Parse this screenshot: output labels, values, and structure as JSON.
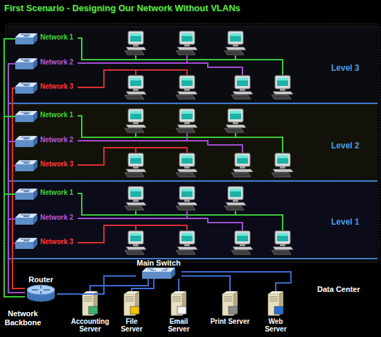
{
  "diagram": {
    "title": "First Scenario - Designing Our Network Without VLANs",
    "nodes": [
      {
        "text": [
          "Level 3"
        ]
      },
      {
        "text": [
          "Network 1"
        ],
        "in": 0
      },
      {
        "text": [
          "Network 2"
        ],
        "in": 0
      },
      {
        "text": [
          "Network 3"
        ],
        "in": 0
      },
      {
        "text": [
          "Level 2"
        ]
      },
      {
        "text": [
          "Network 1"
        ],
        "in": 4
      },
      {
        "text": [
          "Network 2"
        ],
        "in": 4
      },
      {
        "text": [
          "Network 3"
        ],
        "in": 4
      },
      {
        "text": [
          "Level 1"
        ]
      },
      {
        "text": [
          "Network 1"
        ],
        "in": 8
      },
      {
        "text": [
          "Network 2"
        ],
        "in": 8
      },
      {
        "text": [
          "Network 3"
        ],
        "in": 8
      },
      {
        "text": [
          "Router"
        ]
      },
      {
        "text": [
          "Main Switch"
        ]
      },
      {
        "text": [
          "Accounting Server"
        ]
      },
      {
        "text": [
          "File Server"
        ]
      },
      {
        "text": [
          "Email Server"
        ]
      },
      {
        "text": [
          "Print Server"
        ]
      },
      {
        "text": [
          "Web Server"
        ]
      }
    ],
    "edges": [
      {
        "from": 1,
        "to": 12,
        "arrow": "none"
      },
      {
        "from": 2,
        "to": 12,
        "arrow": "none"
      },
      {
        "from": 3,
        "to": 12,
        "arrow": "none"
      },
      {
        "from": 5,
        "to": 12,
        "arrow": "none"
      },
      {
        "from": 6,
        "to": 12,
        "arrow": "none"
      },
      {
        "from": 7,
        "to": 12,
        "arrow": "none"
      },
      {
        "from": 9,
        "to": 12,
        "arrow": "none"
      },
      {
        "from": 10,
        "to": 12,
        "arrow": "none"
      },
      {
        "from": 11,
        "to": 12,
        "arrow": "none"
      },
      {
        "from": 12,
        "to": 13,
        "arrow": "none"
      },
      {
        "from": 13,
        "to": 14,
        "arrow": "none"
      },
      {
        "from": 13,
        "to": 15,
        "arrow": "none"
      },
      {
        "from": 13,
        "to": 16,
        "arrow": "none"
      },
      {
        "from": 13,
        "to": 17,
        "arrow": "none"
      },
      {
        "from": 13,
        "to": 18,
        "arrow": "none"
      }
    ],
    "labels": [
      "Network Backbone",
      "Data Center"
    ]
  }
}
